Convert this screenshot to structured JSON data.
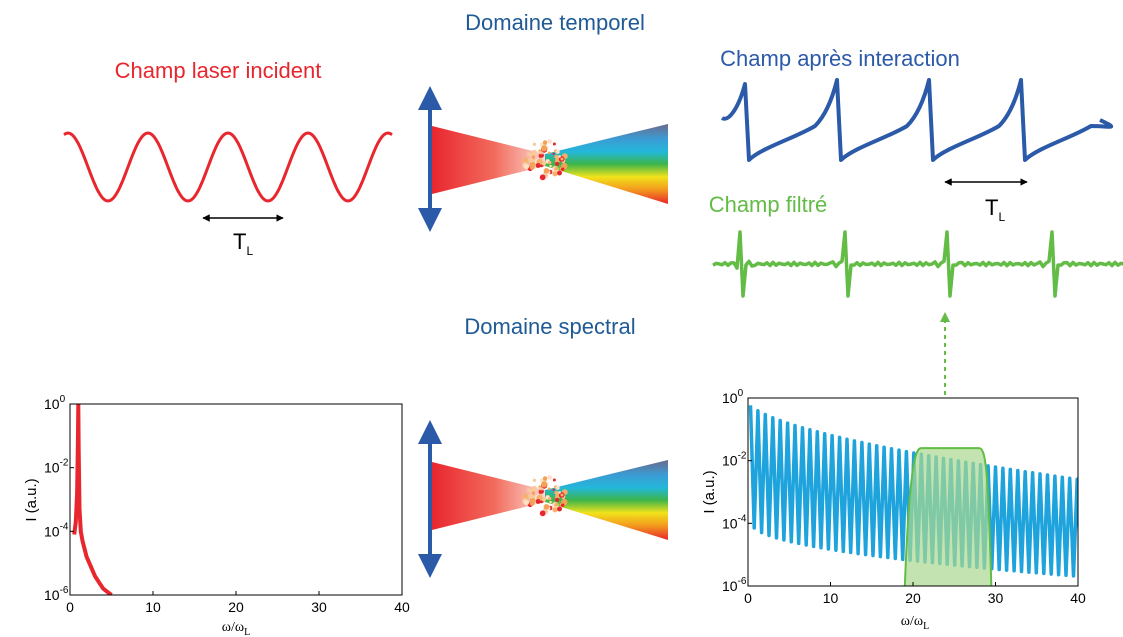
{
  "titles": {
    "time_domain": "Domaine temporel",
    "spectral_domain": "Domaine spectral",
    "incident": "Champ laser incident",
    "after": "Champ après interaction",
    "filtered": "Champ filtré"
  },
  "period": {
    "main": "T",
    "sub": "L"
  },
  "colors": {
    "incident": "#e8262d",
    "after": "#2b5aa8",
    "filtered": "#62bc46",
    "harmonics": "#1ea3dc",
    "filter_fill": "#a9d98f",
    "arrow": "#2b5aa8"
  },
  "axes": {
    "ylabel": "I (a.u.)",
    "xlabel_main": "ω/ω",
    "xlabel_sub": "L",
    "xticks": [
      "0",
      "10",
      "20",
      "30",
      "40"
    ],
    "ytick_base": "10",
    "yticks_exp": [
      "0",
      "-2",
      "-4",
      "-6"
    ]
  },
  "chart_data": [
    {
      "type": "line",
      "name": "left-spectrum",
      "x_range": [
        0,
        40
      ],
      "y_range_log10": [
        -6,
        0
      ],
      "yscale": "log",
      "series": [
        {
          "x": [
            0.5,
            0.7,
            0.85,
            0.95,
            1.0,
            1.05,
            1.15,
            1.3,
            1.5,
            2,
            2.5,
            3,
            3.5,
            4,
            4.5,
            5
          ],
          "log10_y": [
            -4.1,
            -3.7,
            -2.8,
            -1.2,
            0.0,
            -1.5,
            -3.3,
            -4.0,
            -4.3,
            -4.8,
            -5.1,
            -5.4,
            -5.6,
            -5.8,
            -5.9,
            -6.0
          ]
        }
      ]
    },
    {
      "type": "line",
      "name": "right-spectrum",
      "x_range": [
        0,
        40
      ],
      "y_range_log10": [
        -6,
        0
      ],
      "yscale": "log",
      "harmonics": {
        "spacing": 0.9,
        "peak_log10_start": -0.1,
        "peak_log10_end": -2.6,
        "trough_log10_start": -4.0,
        "trough_log10_end": -5.7
      },
      "filter": {
        "x_start": 19,
        "x_flat_start": 21,
        "x_flat_end": 28,
        "x_end": 29.5,
        "top_log10": -1.6
      }
    }
  ]
}
